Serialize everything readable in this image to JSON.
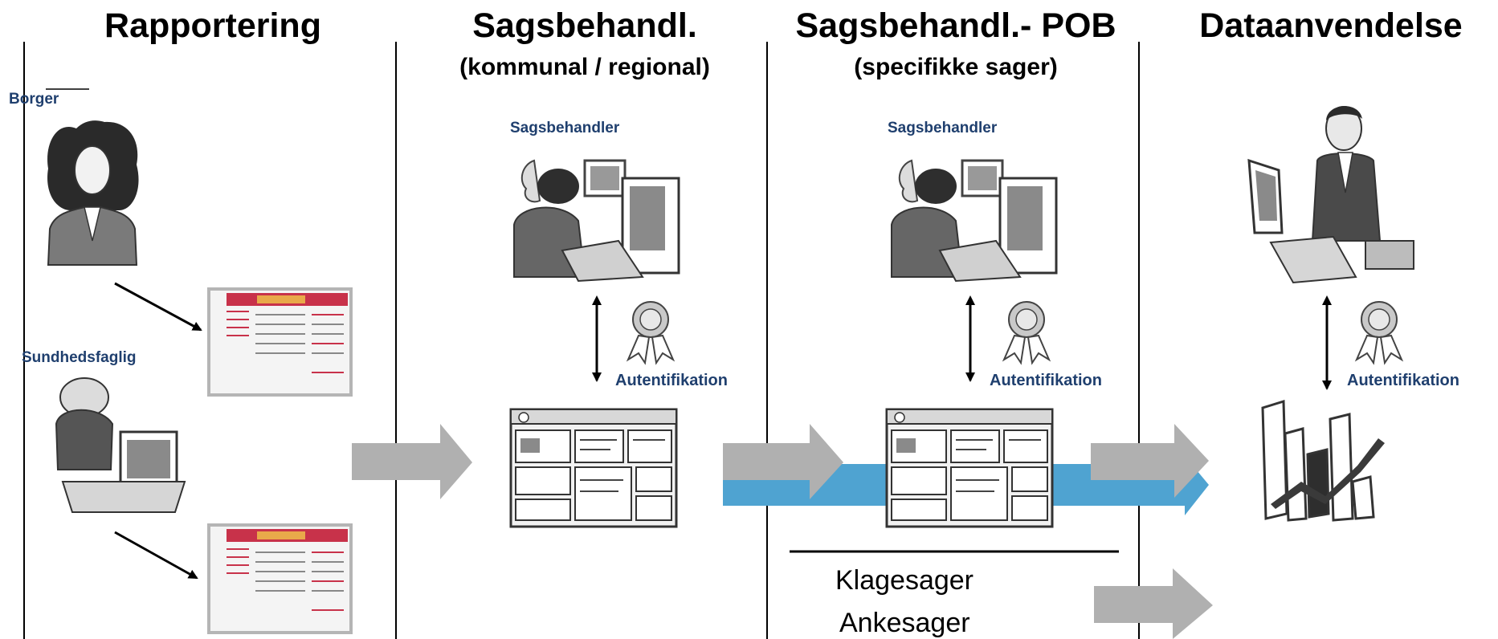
{
  "columns": [
    {
      "title": "Rapportering",
      "subtitle": ""
    },
    {
      "title": "Sagsbehandl.",
      "subtitle": "(kommunal / regional)"
    },
    {
      "title": "Sagsbehandl.- POB",
      "subtitle": "(specifikke sager)"
    },
    {
      "title": "Dataanvendelse",
      "subtitle": ""
    }
  ],
  "roles": {
    "borger": "Borger",
    "sundhedsfaglig": "Sundhedsfaglig",
    "sagsbehandler_1": "Sagsbehandler",
    "sagsbehandler_2": "Sagsbehandler"
  },
  "auth": {
    "label_1": "Autentifikation",
    "label_2": "Autentifikation",
    "label_3": "Autentifikation"
  },
  "cases": {
    "klagesager": "Klagesager",
    "ankesager": "Ankesager"
  },
  "colors": {
    "flow_arrow": "#b0b0b0",
    "blue_band": "#4fa3d1",
    "role_text": "#1f3f6e",
    "divider": "#000000"
  }
}
